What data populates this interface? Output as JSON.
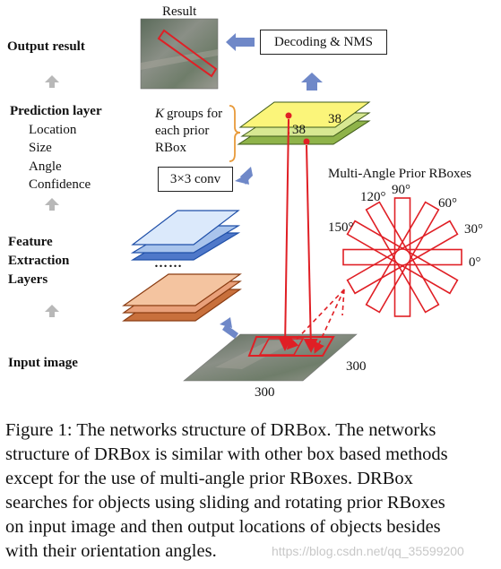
{
  "labels": {
    "output_result": "Output result",
    "prediction_layer": "Prediction layer",
    "prediction_items": [
      "Location",
      "Size",
      "Angle",
      "Confidence"
    ],
    "feature_extraction": [
      "Feature",
      "Extraction",
      "Layers"
    ],
    "input_image": "Input image",
    "result": "Result",
    "decoding_nms": "Decoding & NMS",
    "k_groups": [
      "K groups for",
      "each prior",
      "RBox"
    ],
    "conv": "3×3 conv",
    "dots": "……",
    "multi_angle_title": "Multi-Angle Prior RBoxes",
    "angles": [
      "120°",
      "90°",
      "60°",
      "150°",
      "30°",
      "0°"
    ],
    "dim_38_a": "38",
    "dim_38_b": "38",
    "dim_300_a": "300",
    "dim_300_b": "300"
  },
  "caption": [
    "Figure 1: The networks structure of DRBox. The networks",
    "structure of DRBox is similar with other box based methods",
    "except for the use of multi-angle prior RBoxes.  DRBox",
    "searches for objects using sliding and rotating prior RBoxes",
    "on input image and then output locations of objects besides",
    "with their orientation angles."
  ],
  "watermark": "https://blog.csdn.net/qq_35599200",
  "colors": {
    "red": "#e01f25",
    "arrow_blue": "#6f88c8",
    "gray_arrow": "#b8b8b8",
    "blue_layer_fill": "#dbe9fb",
    "blue_layer_edge": "#1f4fa8",
    "orange_layer_fill": "#f4c4a0",
    "orange_layer_edge": "#8a3c12",
    "yellow_top": "#fbf57a",
    "green_mid": "#d7e892",
    "green_bottom": "#8fb34a"
  }
}
